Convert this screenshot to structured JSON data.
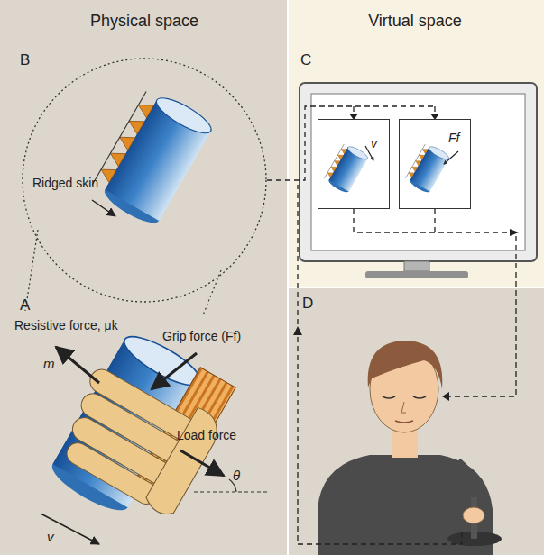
{
  "diagram": {
    "nodes": [
      {
        "text": [
          "v"
        ]
      },
      {
        "text": [
          "Ff"
        ]
      }
    ],
    "labels": [
      "Physical space",
      "Virtual space",
      "B",
      "C",
      "Ridged skin",
      "A",
      "Resistive force, μk",
      "Grip force (Ff)",
      "m",
      "Load force",
      "v",
      "θ",
      "D"
    ]
  }
}
